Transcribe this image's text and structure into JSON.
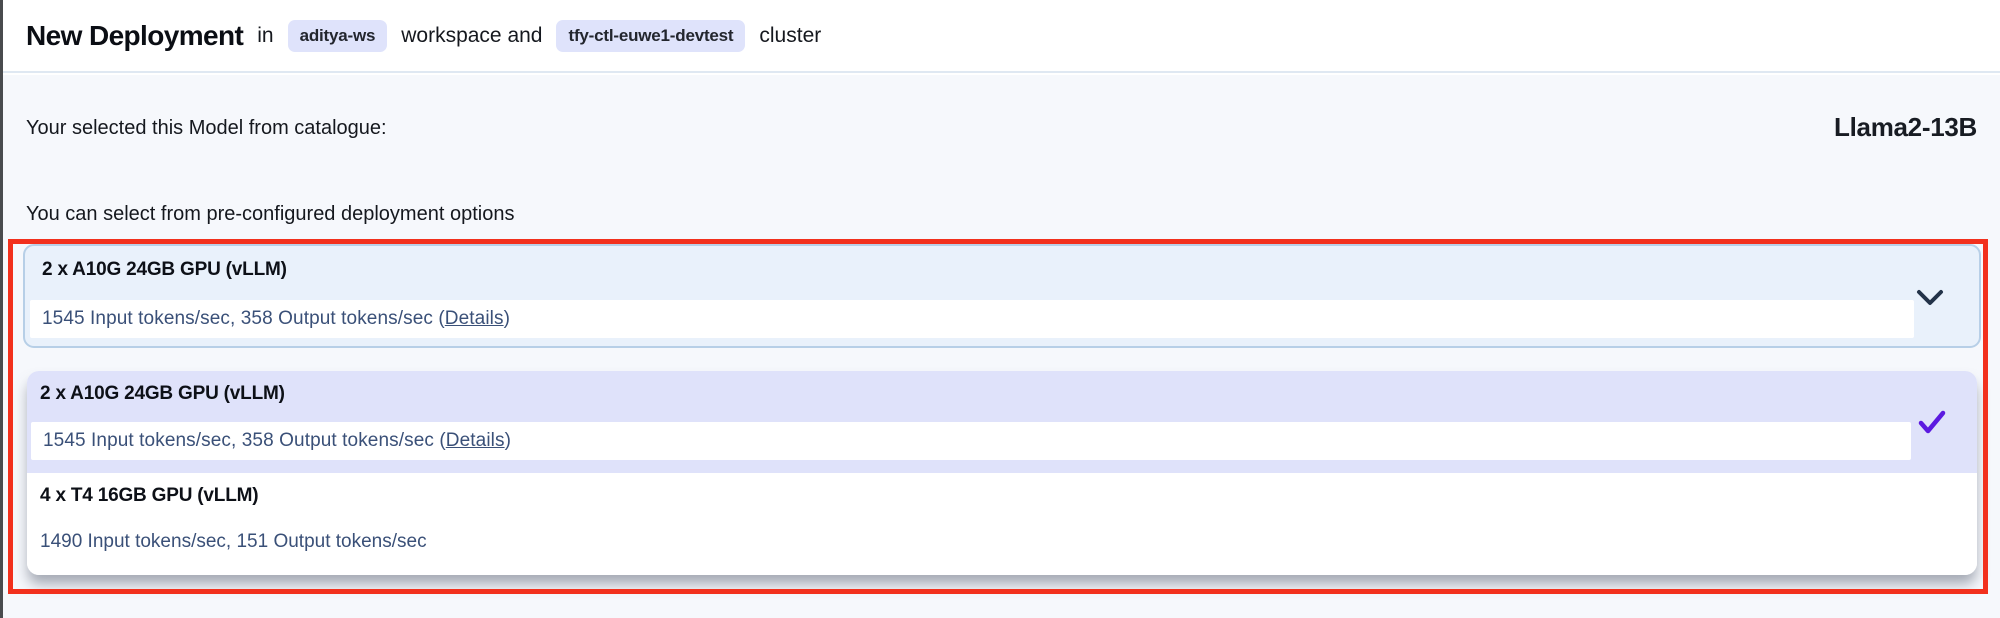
{
  "header": {
    "title": "New Deployment",
    "in_text": "in",
    "workspace_badge": "aditya-ws",
    "between_text": "workspace and",
    "cluster_badge": "tfy-ctl-euwe1-devtest",
    "end_text": "cluster"
  },
  "model_section": {
    "label": "Your selected this Model from catalogue:",
    "model_name": "Llama2-13B"
  },
  "options_section": {
    "label": "You can select from pre-configured deployment options",
    "trigger": {
      "title": "2 x A10G 24GB GPU (vLLM)",
      "stats_text": "1545 Input tokens/sec, 358 Output tokens/sec (",
      "details_label": "Details",
      "stats_close": ")"
    },
    "menu_options": [
      {
        "title": "2 x A10G 24GB GPU (vLLM)",
        "stats_text": "1545 Input tokens/sec, 358 Output tokens/sec (",
        "details_label": "Details",
        "stats_close": ")",
        "selected": true
      },
      {
        "title": "4 x T4 16GB GPU (vLLM)",
        "stats": "1490 Input tokens/sec, 151 Output tokens/sec",
        "selected": false
      }
    ]
  },
  "icons": {
    "chevron": "chevron-down-icon",
    "check": "check-icon"
  },
  "colors": {
    "annotation_red": "#f2301d",
    "checkmark_purple": "#5c1ae0",
    "chevron_navy": "#233349",
    "stats_blue": "#3a5078",
    "badge_lavender": "#dfe3fb",
    "selected_option_lavender": "#dfe2fa",
    "trigger_blue": "#e9f1fb",
    "trigger_border": "#b7cfe7",
    "content_background": "#f6f8fc"
  }
}
